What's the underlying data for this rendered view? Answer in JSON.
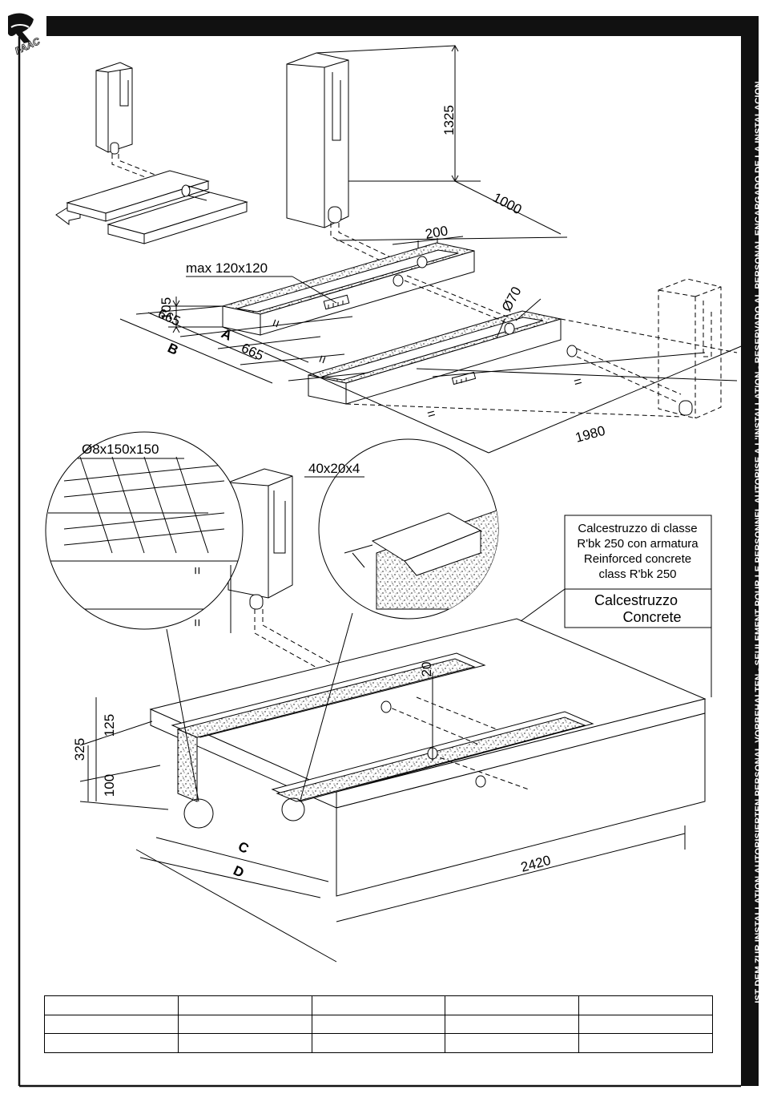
{
  "document": {
    "sidebar_text": "IST DEM ZUR INSTALLATION AUTORISIERTEN PERSONAL VORBEHALTEN - SEULEMENT POUR LE PERSONNEL AUTORISE A L'INSTALLATION - RESERVADO AL PERSONAL ENCARGADO DE LA INSTALACION",
    "logo_text": "FAAC"
  },
  "drawing_top": {
    "dim_height": "1325",
    "dim_depth": "1000",
    "dim_spacing": "200",
    "dim_pipe": "Ø70",
    "dim_opening": "max 120x120",
    "dim_thickness": "105",
    "dim_665_a": "665",
    "dim_665_b": "665",
    "label_a": "A",
    "label_b": "B",
    "eq_1": "=",
    "eq_2": "=",
    "eq_3": "=",
    "eq_4": "=",
    "dim_length": "1980"
  },
  "drawing_bottom": {
    "mesh_label": "Ø8x150x150",
    "angle_label": "40x20x4",
    "legend_reinforced": [
      "Calcestruzzo di classe",
      "R'bk 250 con armatura",
      "Reinforced concrete",
      "class R'bk 250"
    ],
    "legend_concrete": [
      "Calcestruzzo",
      "Concrete"
    ],
    "dim_20": "20",
    "dim_125": "125",
    "dim_325": "325",
    "dim_100": "100",
    "label_c": "C",
    "label_d": "D",
    "dim_length": "2420",
    "eq_1": "=",
    "eq_2": "="
  },
  "table": {
    "rows": 3,
    "cols": 5
  }
}
